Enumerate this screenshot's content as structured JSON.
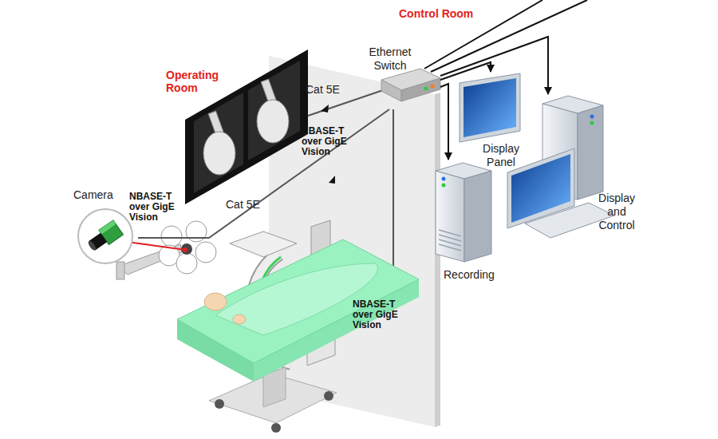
{
  "diagram": {
    "nodes": [
      {
        "text": [
          "Ethernet Switch"
        ]
      },
      {
        "text": [
          "Display Panel"
        ]
      },
      {
        "text": [
          "Camera"
        ]
      },
      {
        "text": [
          "Display and Control"
        ]
      },
      {
        "text": [
          "Recording"
        ]
      }
    ],
    "edges": [
      {
        "from": 0,
        "to": 1,
        "arrow": "to"
      },
      {
        "from": 0,
        "to": 3,
        "arrow": "to"
      },
      {
        "from": 0,
        "to": 4,
        "arrow": "to"
      },
      {
        "from": 0,
        "to": 2,
        "arrow": "none",
        "label": "Cat 5E"
      }
    ],
    "labels": [
      "Control Room",
      "Operating Room",
      "Cat 5E",
      "NBASE-T over GigE Vision",
      "NBASE-T over GigE Vision",
      "NBASE-T over GigE Vision"
    ]
  }
}
